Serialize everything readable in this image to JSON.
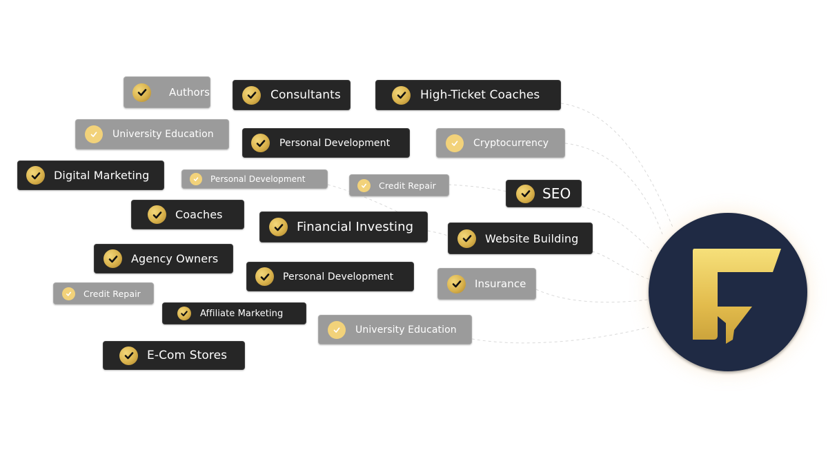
{
  "diagram": {
    "tags": [
      {
        "label": "Authors",
        "style": "grey"
      },
      {
        "label": "Consultants",
        "style": "dark"
      },
      {
        "label": "High-Ticket Coaches",
        "style": "dark"
      },
      {
        "label": "University Education",
        "style": "grey"
      },
      {
        "label": "Personal Development",
        "style": "dark"
      },
      {
        "label": "Cryptocurrency",
        "style": "grey"
      },
      {
        "label": "Digital Marketing",
        "style": "dark"
      },
      {
        "label": "Personal Development",
        "style": "grey"
      },
      {
        "label": "Credit Repair",
        "style": "grey"
      },
      {
        "label": "SEO",
        "style": "dark"
      },
      {
        "label": "Coaches",
        "style": "dark"
      },
      {
        "label": "Financial Investing",
        "style": "dark"
      },
      {
        "label": "Website Building",
        "style": "dark"
      },
      {
        "label": "Agency Owners",
        "style": "dark"
      },
      {
        "label": "Personal Development",
        "style": "dark"
      },
      {
        "label": "Credit Repair",
        "style": "grey"
      },
      {
        "label": "Insurance",
        "style": "grey"
      },
      {
        "label": "Affiliate Marketing",
        "style": "dark"
      },
      {
        "label": "University Education",
        "style": "grey"
      },
      {
        "label": "E-Com Stores",
        "style": "dark"
      }
    ],
    "logo": {
      "letter_icon": "f-logo-icon"
    },
    "colors": {
      "dark_tag": "#262626",
      "grey_tag": "#9b9b9b",
      "gold": "#e2bb4c",
      "logo_bg": "#1f2a44"
    }
  }
}
